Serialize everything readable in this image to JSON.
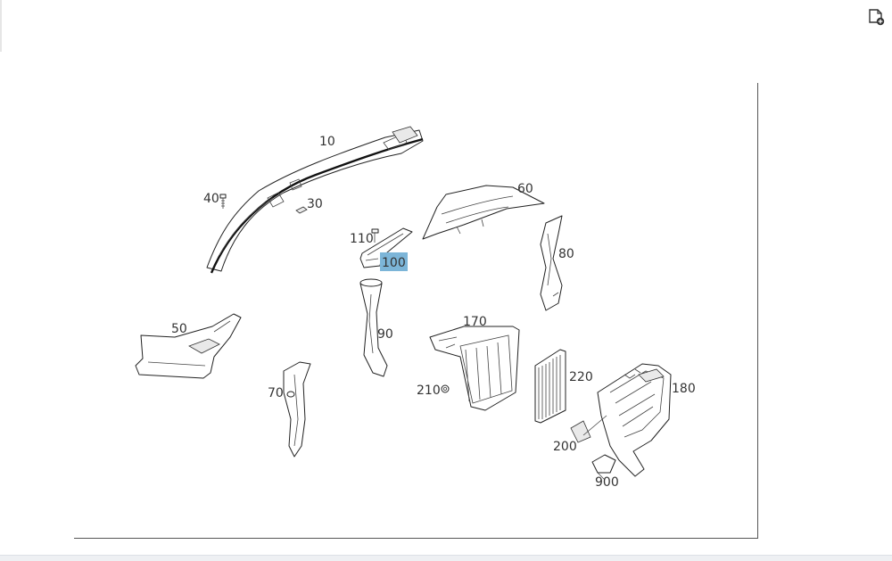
{
  "toolbar": {
    "icon": "document-add-icon"
  },
  "callouts": [
    {
      "id": "10",
      "label": "10"
    },
    {
      "id": "30",
      "label": "30"
    },
    {
      "id": "40",
      "label": "40"
    },
    {
      "id": "50",
      "label": "50"
    },
    {
      "id": "60",
      "label": "60"
    },
    {
      "id": "70",
      "label": "70"
    },
    {
      "id": "80",
      "label": "80"
    },
    {
      "id": "90",
      "label": "90"
    },
    {
      "id": "100",
      "label": "100",
      "highlighted": true
    },
    {
      "id": "110",
      "label": "110"
    },
    {
      "id": "170",
      "label": "170"
    },
    {
      "id": "180",
      "label": "180"
    },
    {
      "id": "200",
      "label": "200"
    },
    {
      "id": "210",
      "label": "210"
    },
    {
      "id": "220",
      "label": "220"
    },
    {
      "id": "900",
      "label": "900"
    }
  ],
  "colors": {
    "highlight": "#7cb5d8",
    "line": "#222222",
    "frame": "#555555"
  }
}
